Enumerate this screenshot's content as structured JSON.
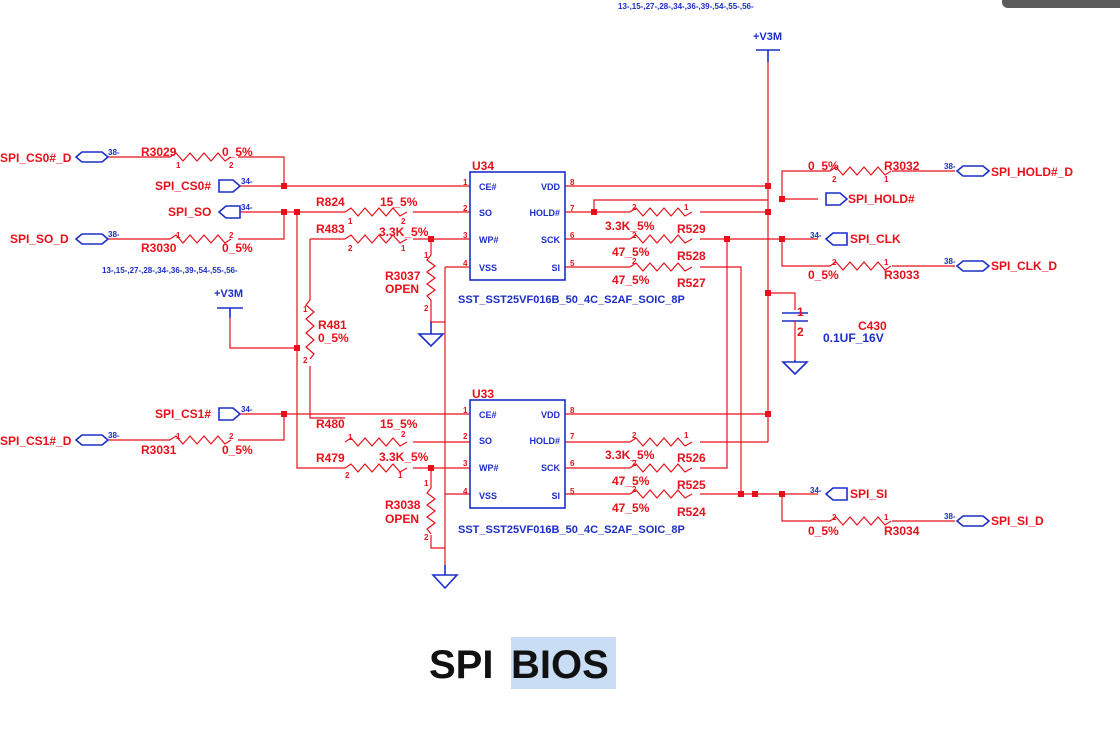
{
  "title": {
    "part1": "SPI",
    "part2": "BIOS"
  },
  "xref_top": "13-,15-,27-,28-,34-,36-,39-,54-,55-,56-",
  "xref_left": "13-,15-,27-,28-,34-,36-,39-,54-,55-,56-",
  "power": {
    "v3m_top": "+V3M",
    "v3m_left": "+V3M"
  },
  "chips": {
    "u34": {
      "ref": "U34",
      "part": "SST_SST25VF016B_50_4C_S2AF_SOIC_8P",
      "pins_left": [
        "CE#",
        "SO",
        "WP#",
        "VSS"
      ],
      "pins_right": [
        "VDD",
        "HOLD#",
        "SCK",
        "SI"
      ],
      "nums_left": [
        "1",
        "2",
        "3",
        "4"
      ],
      "nums_right": [
        "8",
        "7",
        "6",
        "5"
      ]
    },
    "u33": {
      "ref": "U33",
      "part": "SST_SST25VF016B_50_4C_S2AF_SOIC_8P",
      "pins_left": [
        "CE#",
        "SO",
        "WP#",
        "VSS"
      ],
      "pins_right": [
        "VDD",
        "HOLD#",
        "SCK",
        "SI"
      ],
      "nums_left": [
        "1",
        "2",
        "3",
        "4"
      ],
      "nums_right": [
        "8",
        "7",
        "6",
        "5"
      ]
    }
  },
  "nets": {
    "cs0d": "SPI_CS0#_D",
    "cs0": "SPI_CS0#",
    "so": "SPI_SO",
    "sod": "SPI_SO_D",
    "cs1": "SPI_CS1#",
    "cs1d": "SPI_CS1#_D",
    "holdd": "SPI_HOLD#_D",
    "hold": "SPI_HOLD#",
    "clk": "SPI_CLK",
    "clkd": "SPI_CLK_D",
    "si": "SPI_SI",
    "sid": "SPI_SI_D"
  },
  "sheet_refs": {
    "r38": "38-",
    "r34": "34-"
  },
  "resistors": {
    "r3029": {
      "ref": "R3029",
      "val": "0_5%"
    },
    "r3030": {
      "ref": "R3030",
      "val": "0_5%"
    },
    "r824": {
      "ref": "R824",
      "val": "15_5%"
    },
    "r483": {
      "ref": "R483",
      "val": "3.3K_5%"
    },
    "r3037": {
      "ref": "R3037",
      "val": "OPEN"
    },
    "r481": {
      "ref": "R481",
      "val": "0_5%"
    },
    "r3031": {
      "ref": "R3031",
      "val": "0_5%"
    },
    "r480": {
      "ref": "R480",
      "val": "15_5%"
    },
    "r479": {
      "ref": "R479",
      "val": "3.3K_5%"
    },
    "r3038": {
      "ref": "R3038",
      "val": "OPEN"
    },
    "r3032": {
      "ref": "R3032",
      "val": "0_5%"
    },
    "r529": {
      "ref": "R529",
      "val": "3.3K_5%"
    },
    "r528": {
      "ref": "R528",
      "val": "47_5%"
    },
    "r527": {
      "ref": "R527",
      "val": "47_5%"
    },
    "r3033": {
      "ref": "R3033",
      "val": "0_5%"
    },
    "r526": {
      "ref": "R526",
      "val": "3.3K_5%"
    },
    "r525": {
      "ref": "R525",
      "val": "47_5%"
    },
    "r524": {
      "ref": "R524",
      "val": "47_5%"
    },
    "r3034": {
      "ref": "R3034",
      "val": "0_5%"
    }
  },
  "capacitor": {
    "ref": "C430",
    "val": "0.1UF_16V",
    "p1": "1",
    "p2": "2"
  },
  "pin_nums": {
    "one": "1",
    "two": "2"
  },
  "colors": {
    "wire": "#e8101a",
    "symbol": "#1b2ec8",
    "highlight": "#c9def5"
  }
}
